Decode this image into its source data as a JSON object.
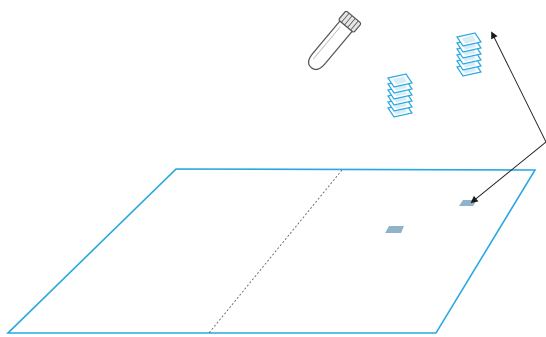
{
  "colors": {
    "accent": "#29a8e0",
    "accent_dark": "#1f8fc4",
    "fragment_fill": "#8fb4c9",
    "tube_stroke": "#555555",
    "tube_cap": "#e6e6e6",
    "arrow": "#1a1a1a",
    "fold_line": "#666666"
  },
  "items": {
    "tube": "centrifuge-tube-icon",
    "stack_left": "section-stack-icon",
    "stack_right": "section-stack-icon",
    "sheet": "specimen-sheet",
    "fragment_center": "tissue-fragment",
    "fragment_right": "tissue-fragment",
    "arrow": "pointer-arrow"
  },
  "stacks": {
    "left_layers": 6,
    "right_layers": 6
  }
}
